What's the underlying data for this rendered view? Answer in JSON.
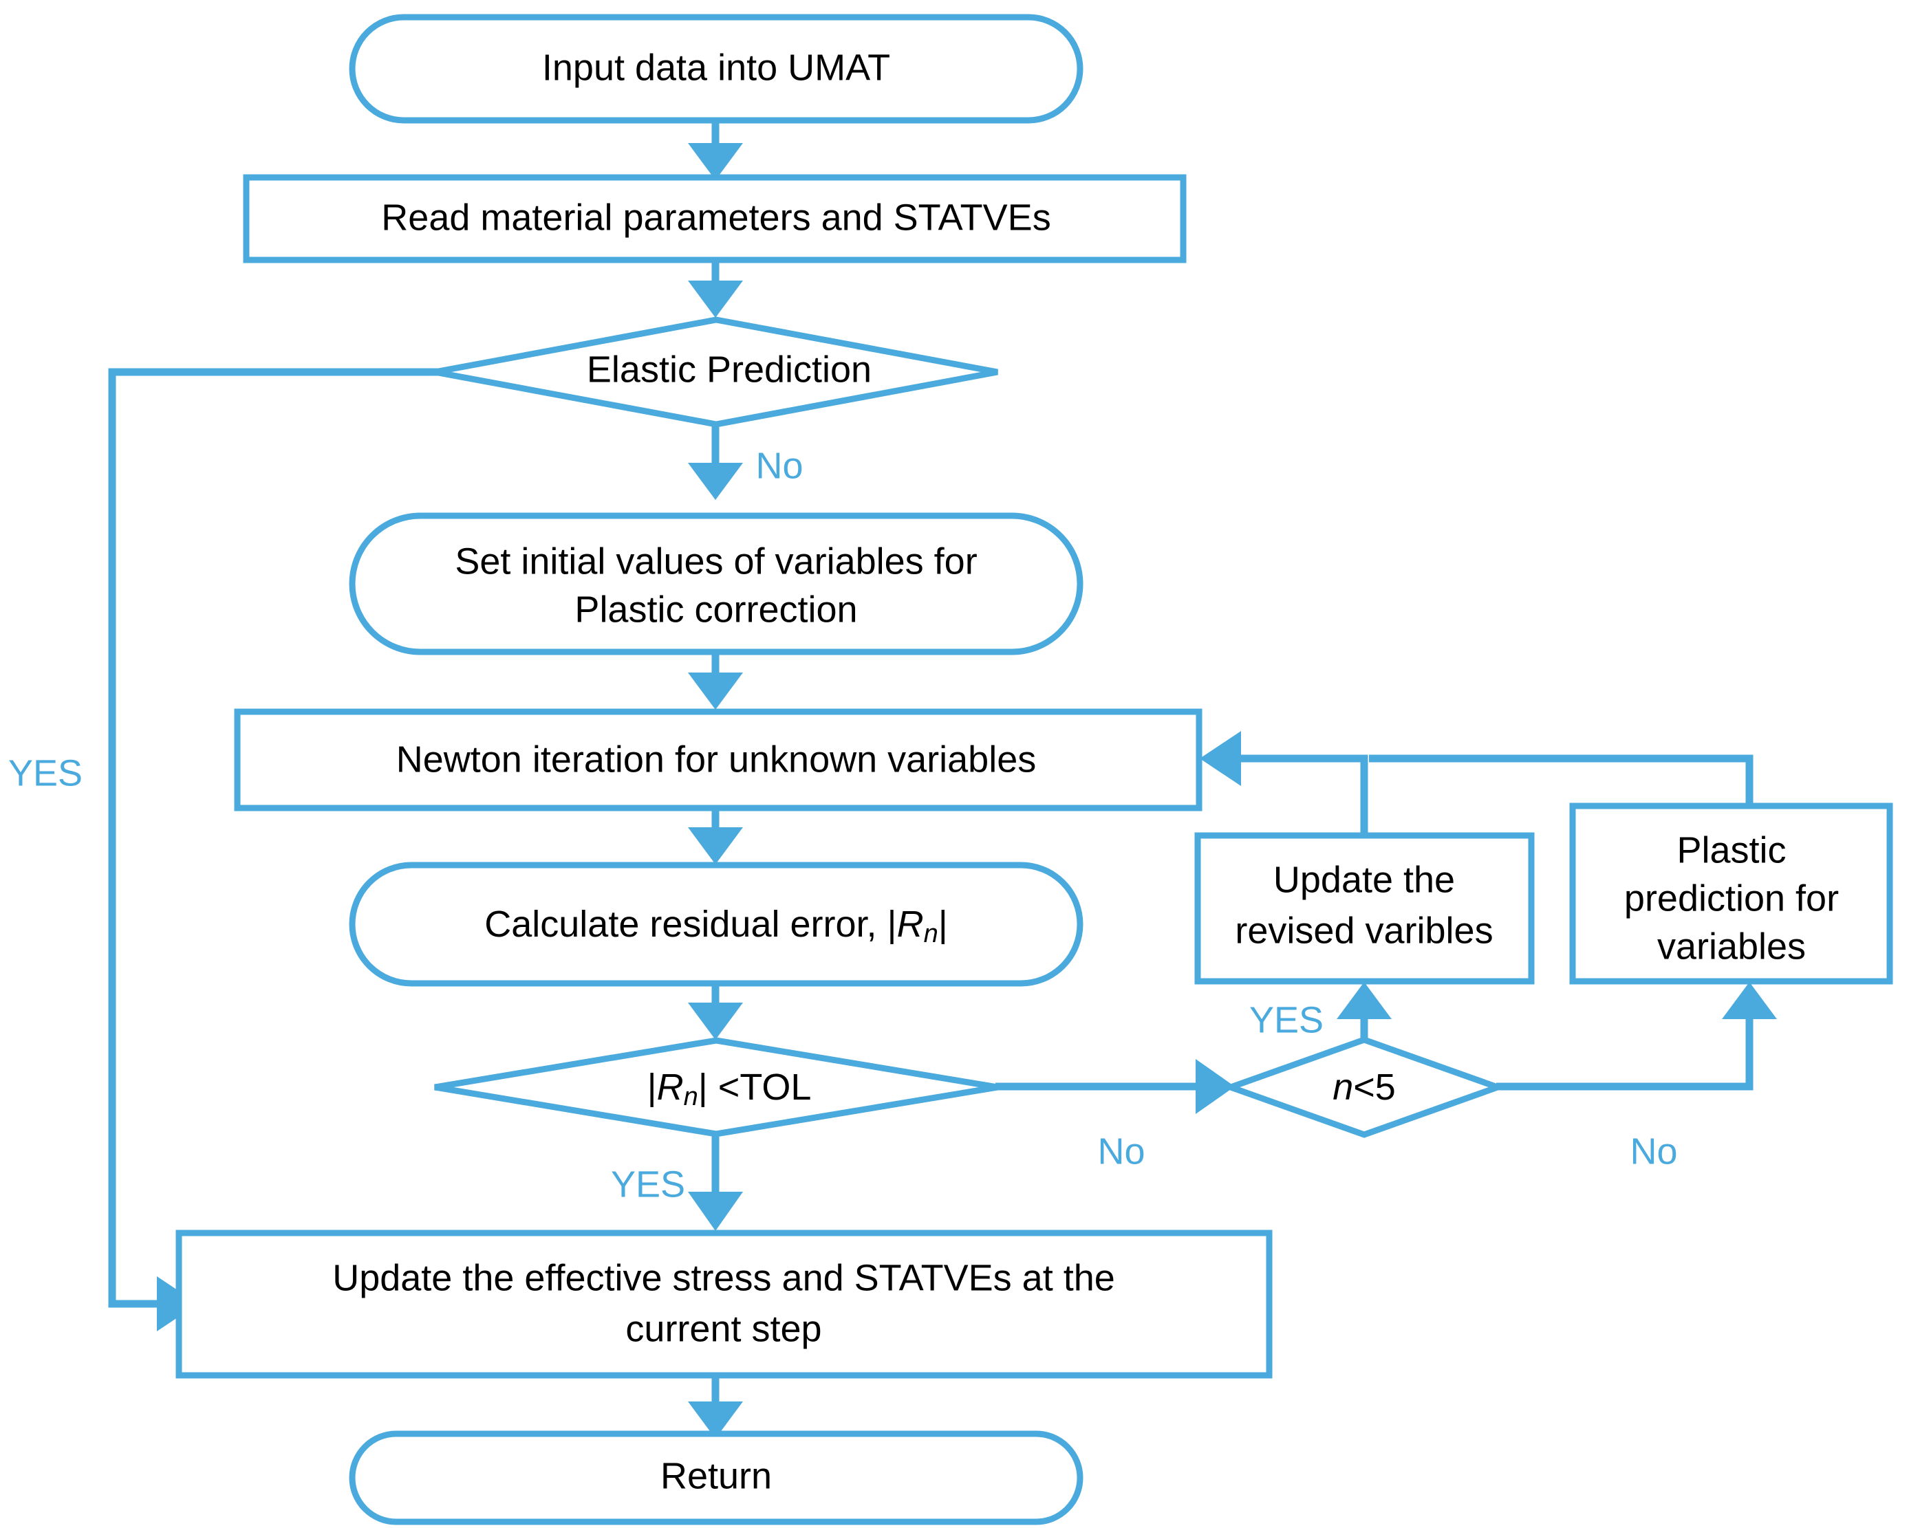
{
  "figure": {
    "kind": "flowchart",
    "accent_color": "#4BAADD",
    "text_color": "#000000",
    "background_color": "#ffffff"
  },
  "nodes": {
    "input": {
      "label": "Input data into UMAT",
      "shape": "rounded-terminator"
    },
    "read": {
      "label": "Read material parameters and STATVEs",
      "shape": "rectangle"
    },
    "elastic": {
      "label": "Elastic Prediction",
      "shape": "diamond"
    },
    "setinit_line1": {
      "label": "Set initial values of variables for"
    },
    "setinit_line2": {
      "label": "Plastic correction"
    },
    "newton": {
      "label": "Newton iteration for unknown variables",
      "shape": "rectangle"
    },
    "residual_prefix": {
      "label": "Calculate residual error, |"
    },
    "residual_R": {
      "label": "R"
    },
    "residual_sub": {
      "label": "n"
    },
    "residual_suffix": {
      "label": "|"
    },
    "tol_R": {
      "label": "R"
    },
    "tol_sub": {
      "label": "n"
    },
    "tol_rest": {
      "label": "| <TOL"
    },
    "tol_bar": {
      "label": "|"
    },
    "niter_var": {
      "label": "n"
    },
    "niter_rest": {
      "label": "<5"
    },
    "update_revised_line1": {
      "label": "Update the"
    },
    "update_revised_line2": {
      "label": "revised varibles"
    },
    "plastic_pred_line1": {
      "label": "Plastic"
    },
    "plastic_pred_line2": {
      "label": "prediction for"
    },
    "plastic_pred_line3": {
      "label": "variables"
    },
    "update_stress_line1": {
      "label": "Update the effective stress and STATVEs at the"
    },
    "update_stress_line2": {
      "label": "current step"
    },
    "return": {
      "label": "Return",
      "shape": "rounded-terminator"
    }
  },
  "edge_labels": {
    "elastic_yes": "YES",
    "elastic_no": "No",
    "tol_yes": "YES",
    "tol_no": "No",
    "niter_yes": "YES",
    "niter_no": "No"
  }
}
